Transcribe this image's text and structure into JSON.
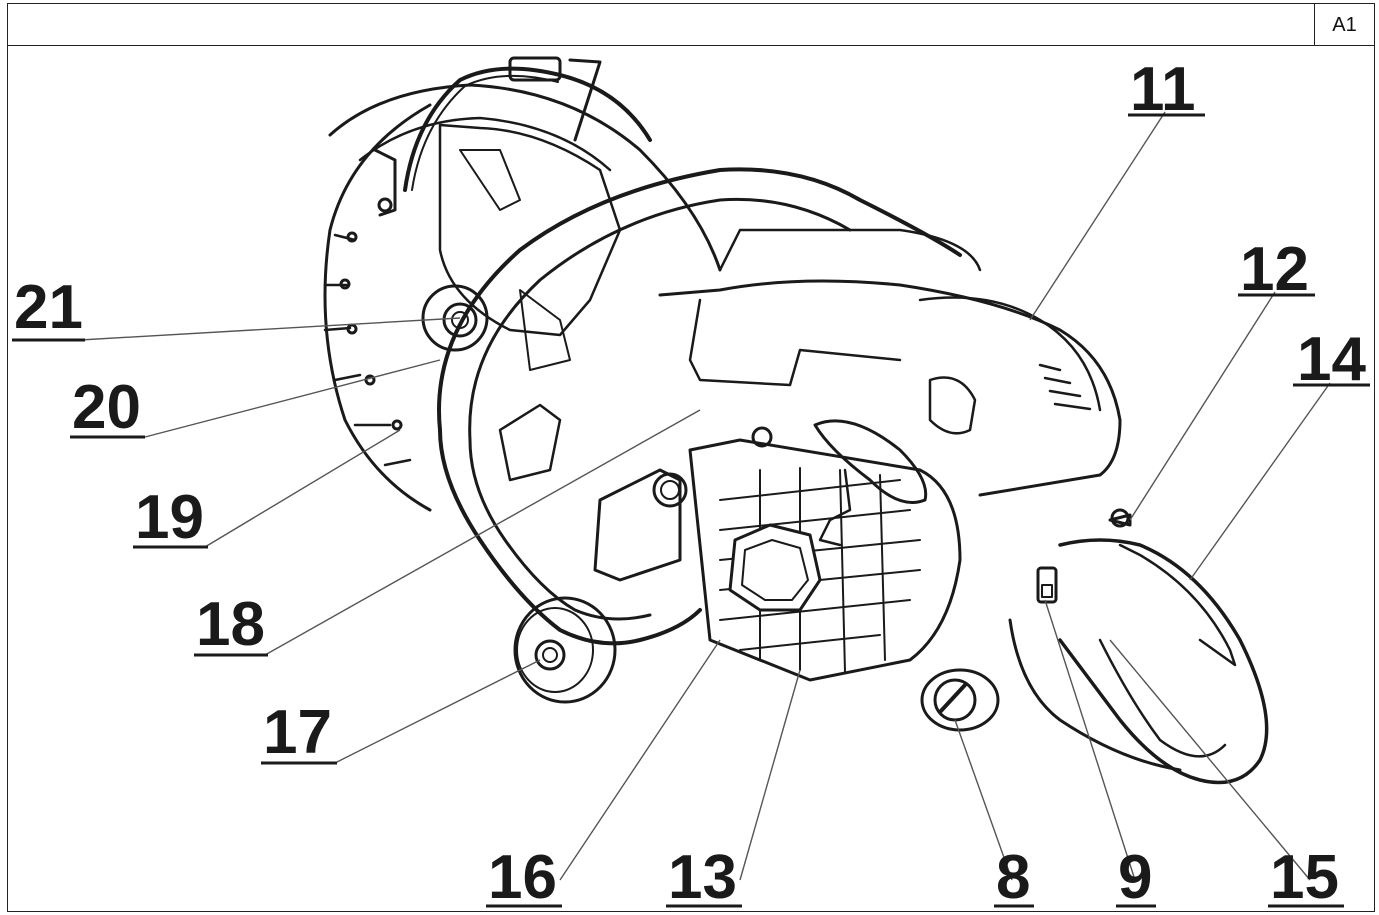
{
  "sheet": {
    "label": "A1"
  },
  "callouts": [
    {
      "id": "11",
      "label": "11"
    },
    {
      "id": "12",
      "label": "12"
    },
    {
      "id": "14",
      "label": "14"
    },
    {
      "id": "21",
      "label": "21"
    },
    {
      "id": "20",
      "label": "20"
    },
    {
      "id": "19",
      "label": "19"
    },
    {
      "id": "18",
      "label": "18"
    },
    {
      "id": "17",
      "label": "17"
    },
    {
      "id": "16",
      "label": "16"
    },
    {
      "id": "13",
      "label": "13"
    },
    {
      "id": "8",
      "label": "8"
    },
    {
      "id": "9",
      "label": "9"
    },
    {
      "id": "15",
      "label": "15"
    }
  ],
  "colors": {
    "ink": "#1a1a1a",
    "paper": "#ffffff",
    "leader": "#555555"
  }
}
